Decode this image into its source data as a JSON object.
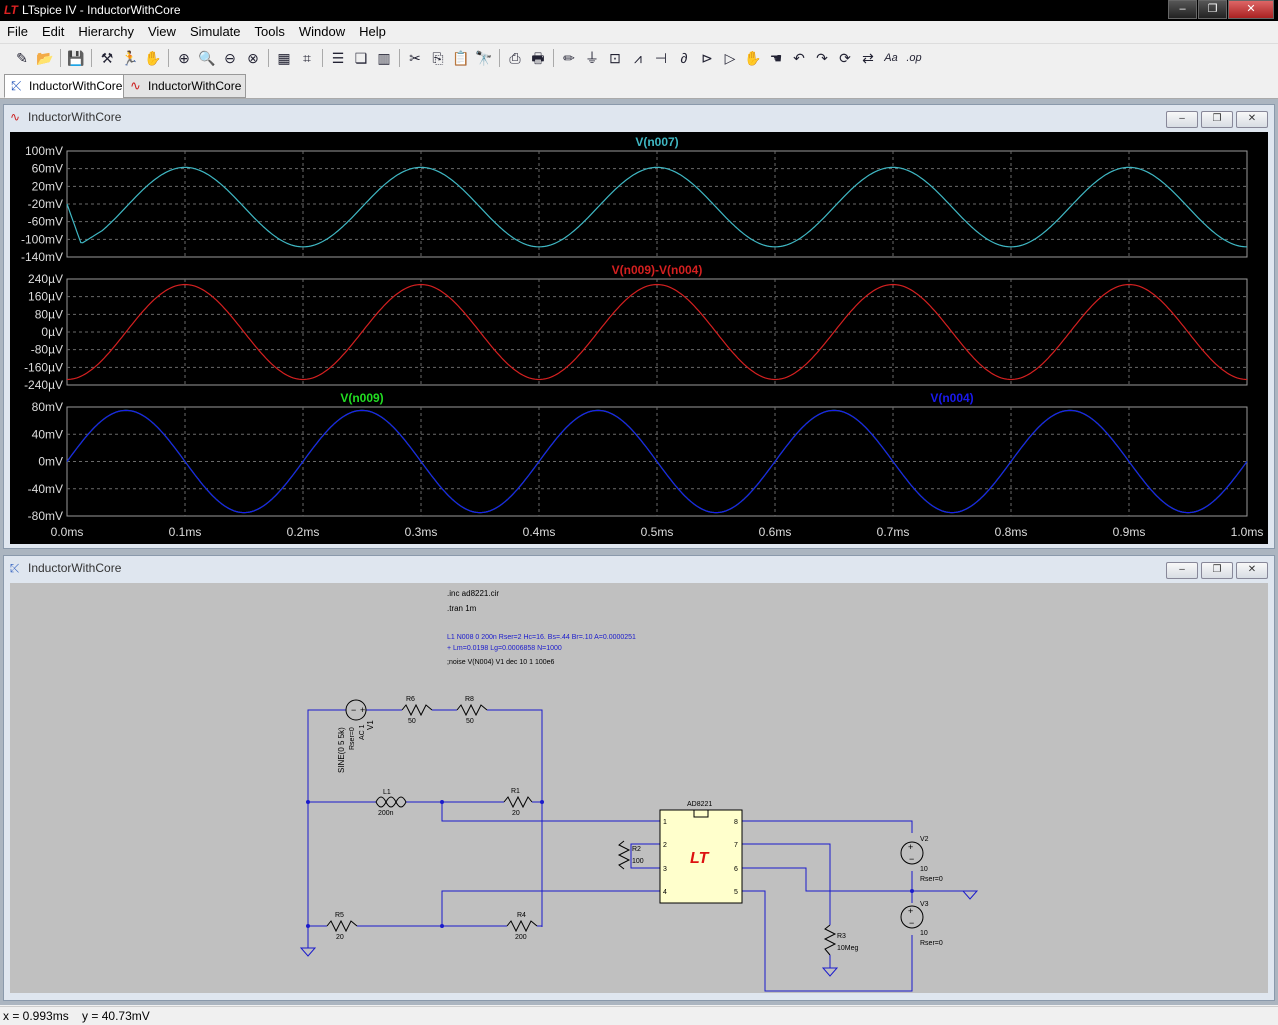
{
  "window": {
    "title": "LTspice IV - InductorWithCore",
    "app_logo": "LT"
  },
  "menu": [
    "File",
    "Edit",
    "Hierarchy",
    "View",
    "Simulate",
    "Tools",
    "Window",
    "Help"
  ],
  "toolbar_icons": [
    "new-schematic-icon",
    "open-icon",
    "save-icon",
    "control-panel-icon",
    "run-icon",
    "halt-icon",
    "zoom-in-icon",
    "zoom-area-icon",
    "zoom-out-icon",
    "zoom-cancel-icon",
    "autorange-icon",
    "mark-icon",
    "tile-horizontal-icon",
    "cascade-icon",
    "tile-vertical-icon",
    "cut-icon",
    "copy-icon",
    "paste-icon",
    "find-icon",
    "print-preview-icon",
    "print-icon",
    "draw-wire-icon",
    "ground-icon",
    "label-net-icon",
    "resistor-icon",
    "capacitor-icon",
    "inductor-icon",
    "diode-icon",
    "component-icon",
    "move-icon",
    "drag-icon",
    "undo-icon",
    "redo-icon",
    "rotate-icon",
    "mirror-icon",
    "text-icon",
    "spice-directive-icon"
  ],
  "tabs": [
    {
      "label": "InductorWithCore",
      "icon": "schematic-icon",
      "active": true
    },
    {
      "label": "InductorWithCore",
      "icon": "waveform-icon",
      "active": false
    }
  ],
  "waveform_window": {
    "title": "InductorWithCore"
  },
  "schematic_window": {
    "title": "InductorWithCore"
  },
  "status": {
    "x": "x = 0.993ms",
    "y": "y = 40.73mV"
  },
  "chart_data": [
    {
      "type": "line",
      "title": "V(n007)",
      "y_tick_labels": [
        "100mV",
        "60mV",
        "20mV",
        "-20mV",
        "-60mV",
        "-100mV",
        "-140mV"
      ],
      "ylim": [
        -140,
        100
      ],
      "y_unit": "mV",
      "xlim": [
        0,
        1
      ],
      "x_unit": "ms",
      "series": [
        {
          "name": "V(n007)",
          "color": "#3fb7c3",
          "amplitude": 90,
          "offset": -27,
          "frequency_khz": 5,
          "peak_times_ms": [
            0.1,
            0.3,
            0.5,
            0.7,
            0.9
          ],
          "start_value": -20,
          "initial_dip": -110
        }
      ]
    },
    {
      "type": "line",
      "title": "V(n009)-V(n004)",
      "y_tick_labels": [
        "240µV",
        "160µV",
        "80µV",
        "0µV",
        "-80µV",
        "-160µV",
        "-240µV"
      ],
      "ylim": [
        -240,
        240
      ],
      "y_unit": "µV",
      "xlim": [
        0,
        1
      ],
      "x_unit": "ms",
      "series": [
        {
          "name": "V(n009)-V(n004)",
          "color": "#d42020",
          "amplitude": 215,
          "offset": 0,
          "frequency_khz": 5,
          "peak_times_ms": [
            0.1,
            0.3,
            0.5,
            0.7,
            0.9
          ]
        }
      ]
    },
    {
      "type": "line",
      "title": "",
      "y_tick_labels": [
        "80mV",
        "40mV",
        "0mV",
        "-40mV",
        "-80mV"
      ],
      "ylim": [
        -80,
        80
      ],
      "y_unit": "mV",
      "xlim": [
        0,
        1
      ],
      "x_unit": "ms",
      "x_tick_labels": [
        "0.0ms",
        "0.1ms",
        "0.2ms",
        "0.3ms",
        "0.4ms",
        "0.5ms",
        "0.6ms",
        "0.7ms",
        "0.8ms",
        "0.9ms",
        "1.0ms"
      ],
      "series": [
        {
          "name": "V(n009)",
          "color": "#22dd22",
          "amplitude": 75,
          "offset": 0,
          "frequency_khz": 5,
          "peak_times_ms": [
            0.05,
            0.25,
            0.45,
            0.65,
            0.85
          ]
        },
        {
          "name": "V(n004)",
          "color": "#1a1aee",
          "amplitude": 75,
          "offset": 0,
          "frequency_khz": 5,
          "peak_times_ms": [
            0.05,
            0.25,
            0.45,
            0.65,
            0.85
          ]
        }
      ]
    }
  ],
  "schematic": {
    "directives": [
      ".inc ad8221.cir",
      ".tran 1m"
    ],
    "model_lines": [
      "L1 N008 0 200n Rser=2 Hc=16. Bs=.44 Br=.10 A=0.0000251",
      "+ Lm=0.0198 Lg=0.0006858 N=1000"
    ],
    "comment": ";noise V(N004) V1 dec 10 1 100e6",
    "components": {
      "V1": {
        "name": "V1",
        "value": "SINE(0 5 5k)",
        "extra1": "Rser=0",
        "extra2": "AC 1"
      },
      "R6": {
        "name": "R6",
        "value": "50"
      },
      "R8": {
        "name": "R8",
        "value": "50"
      },
      "L1": {
        "name": "L1",
        "value": "200n"
      },
      "R1": {
        "name": "R1",
        "value": "20"
      },
      "R5": {
        "name": "R5",
        "value": "20"
      },
      "R4": {
        "name": "R4",
        "value": "200"
      },
      "R2": {
        "name": "R2",
        "value": "100"
      },
      "R3": {
        "name": "R3",
        "value": "10Meg"
      },
      "V2": {
        "name": "V2",
        "value": "10",
        "extra": "Rser=0"
      },
      "V3": {
        "name": "V3",
        "value": "10",
        "extra": "Rser=0"
      },
      "U1": {
        "name": "AD8221",
        "logo": "LT",
        "pins_left": [
          "1",
          "2",
          "3",
          "4"
        ],
        "pins_right": [
          "8",
          "7",
          "6",
          "5"
        ]
      }
    }
  }
}
